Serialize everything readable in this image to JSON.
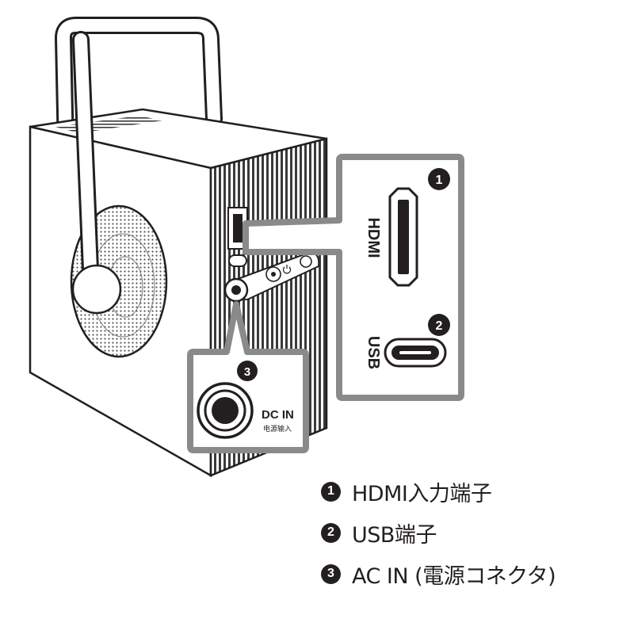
{
  "callouts": {
    "hdmi": {
      "number": "1",
      "label": "HDMI"
    },
    "usb": {
      "number": "2",
      "label": "USB"
    },
    "dc": {
      "number": "3",
      "label": "DC IN",
      "sublabel": "电源输入"
    }
  },
  "legend": [
    {
      "number": "1",
      "text": "HDMI入力端子"
    },
    {
      "number": "2",
      "text": "USB端子"
    },
    {
      "number": "3",
      "text": "AC IN (電源コネクタ)"
    }
  ],
  "colors": {
    "line": "#231f20",
    "callout_border": "#8a8a8a",
    "body": "#ffffff",
    "badge": "#231f20"
  },
  "icons": [
    "power-icon"
  ]
}
